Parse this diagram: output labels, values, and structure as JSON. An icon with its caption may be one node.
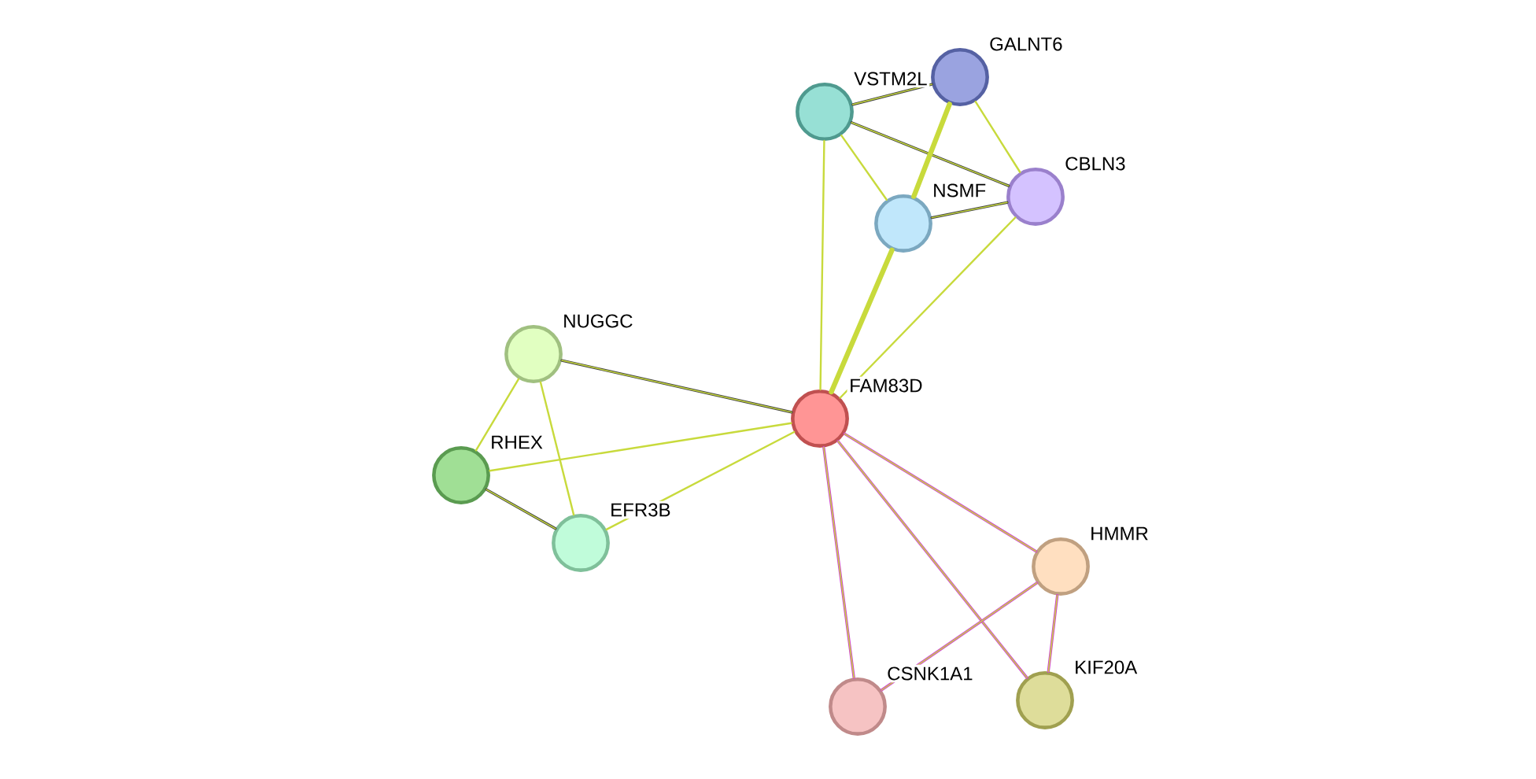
{
  "diagram": {
    "nodes": [
      {
        "text": [
          "FAM83D"
        ]
      },
      {
        "text": [
          "VSTM2L"
        ]
      },
      {
        "text": [
          "GALNT6"
        ]
      },
      {
        "text": [
          "CBLN3"
        ]
      },
      {
        "text": [
          "NSMF"
        ]
      },
      {
        "text": [
          "NUGGC"
        ]
      },
      {
        "text": [
          "RHEX"
        ]
      },
      {
        "text": [
          "EFR3B"
        ]
      },
      {
        "text": [
          "HMMR"
        ]
      },
      {
        "text": [
          "CSNK1A1"
        ]
      },
      {
        "text": [
          "KIF20A"
        ]
      }
    ],
    "edges": [
      {
        "from": 1,
        "to": 2,
        "arrow": "none",
        "color": "#444444"
      },
      {
        "from": 1,
        "to": 3,
        "arrow": "none",
        "color": "#444444"
      },
      {
        "from": 1,
        "to": 4,
        "arrow": "none"
      },
      {
        "from": 1,
        "to": 0,
        "arrow": "none"
      },
      {
        "from": 2,
        "to": 3,
        "arrow": "none"
      },
      {
        "from": 2,
        "to": 4,
        "arrow": "none",
        "style": "thick"
      },
      {
        "from": 4,
        "to": 3,
        "arrow": "none",
        "color": "#444444"
      },
      {
        "from": 4,
        "to": 0,
        "arrow": "none",
        "style": "thick"
      },
      {
        "from": 3,
        "to": 0,
        "arrow": "none"
      },
      {
        "from": 5,
        "to": 0,
        "arrow": "none",
        "color": "#444444"
      },
      {
        "from": 5,
        "to": 6,
        "arrow": "none"
      },
      {
        "from": 5,
        "to": 7,
        "arrow": "none"
      },
      {
        "from": 6,
        "to": 0,
        "arrow": "none"
      },
      {
        "from": 6,
        "to": 7,
        "arrow": "none",
        "color": "#444444"
      },
      {
        "from": 7,
        "to": 0,
        "arrow": "none"
      },
      {
        "from": 0,
        "to": 8,
        "arrow": "none",
        "color": "#d040d0"
      },
      {
        "from": 0,
        "to": 10,
        "arrow": "none",
        "color": "#d040d0"
      },
      {
        "from": 0,
        "to": 9,
        "arrow": "none",
        "color": "#d040d0"
      },
      {
        "from": 8,
        "to": 9,
        "arrow": "none",
        "color": "#d040d0"
      },
      {
        "from": 8,
        "to": 10,
        "arrow": "none",
        "color": "#d040d0"
      }
    ]
  }
}
